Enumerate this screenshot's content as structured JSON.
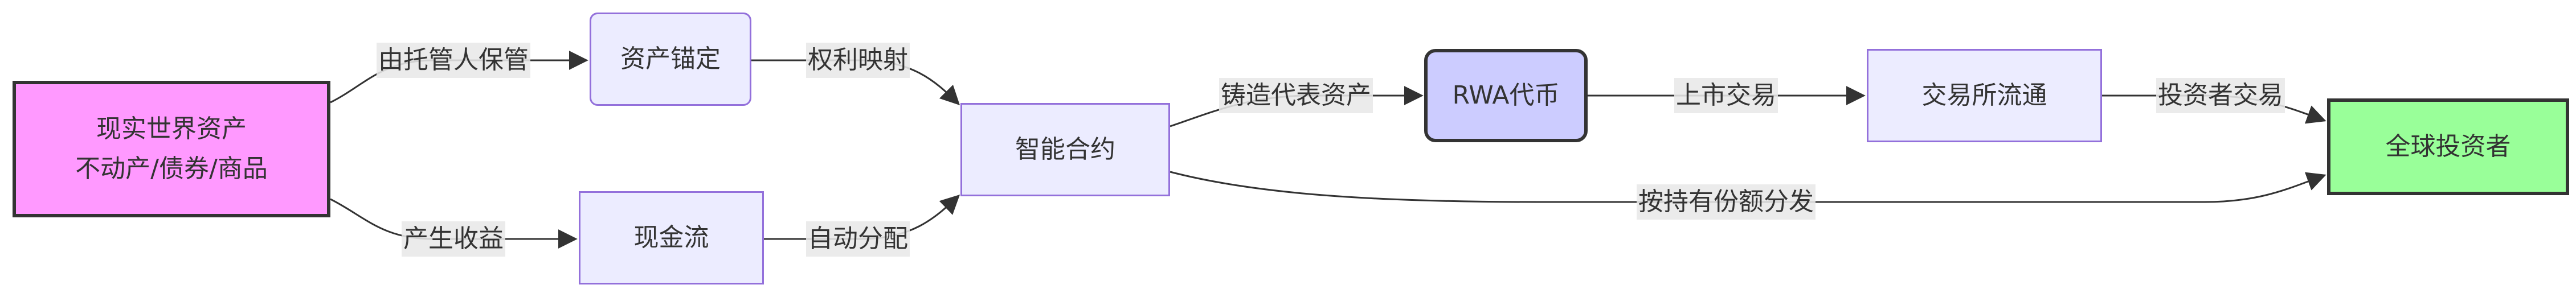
{
  "nodes": {
    "real_asset": {
      "line1": "现实世界资产",
      "line2": "不动产/债券/商品"
    },
    "asset_anchor": "资产锚定",
    "cash_flow": "现金流",
    "smart_contract": "智能合约",
    "rwa_token": "RWA代币",
    "exchange": "交易所流通",
    "global_investors": "全球投资者"
  },
  "edges": {
    "custody": "由托管人保管",
    "income": "产生收益",
    "rights_mapping": "权利映射",
    "auto_distribution": "自动分配",
    "mint": "铸造代表资产",
    "listing": "上市交易",
    "investor_trading": "投资者交易",
    "distribution_by_share": "按持有份额分发"
  },
  "colors": {
    "node_fill": "#ECECFF",
    "node_border": "#9370DB",
    "source_fill": "#ff99ff",
    "token_fill": "#ccccff",
    "target_fill": "#99ff99",
    "edge_stroke": "#333333"
  }
}
